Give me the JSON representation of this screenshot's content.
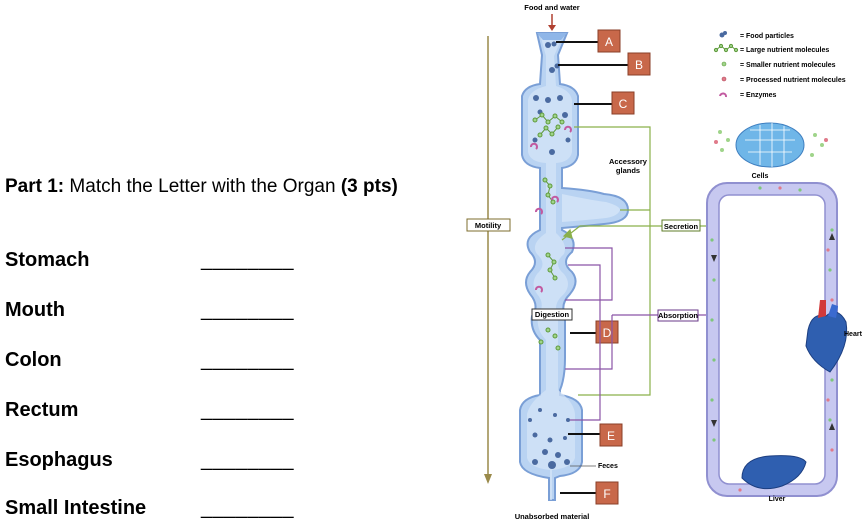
{
  "worksheet": {
    "title_prefix": "Part 1:",
    "title_text": " Match the Letter with the Organ ",
    "title_points": "(3 pts)",
    "blank": "________",
    "organs": [
      "Stomach",
      "Mouth",
      "Colon",
      "Rectum",
      "Esophagus",
      "Small Intestine"
    ]
  },
  "diagram": {
    "top_label": "Food and water",
    "bottom_label": "Unabsorbed material",
    "letters": [
      "A",
      "B",
      "C",
      "D",
      "E",
      "F"
    ],
    "process_labels": {
      "motility": "Motility",
      "secretion": "Secretion",
      "digestion": "Digestion",
      "absorption": "Absorption"
    },
    "accessory_glands": [
      "Accessory",
      "glands"
    ],
    "cells": "Cells",
    "heart": "Heart",
    "liver": "Liver",
    "feces": "Feces",
    "legend": [
      {
        "label": "= Food particles",
        "icon": "food-particle-icon"
      },
      {
        "label": "= Large nutrient molecules",
        "icon": "large-molecule-icon"
      },
      {
        "label": "= Smaller nutrient molecules",
        "icon": "small-molecule-icon"
      },
      {
        "label": "= Processed nutrient molecules",
        "icon": "processed-molecule-icon"
      },
      {
        "label": "= Enzymes",
        "icon": "enzyme-icon"
      }
    ],
    "colors": {
      "tract": "#b9d3f2",
      "tract_stroke": "#7a9fd6",
      "letter_box": "#c8684a",
      "green_line": "#8ab04a",
      "purple_line": "#8b55a6",
      "vessel": "#c7c8f0",
      "vessel_stroke": "#9090d0",
      "motility_line": "#9a8a4a"
    }
  }
}
